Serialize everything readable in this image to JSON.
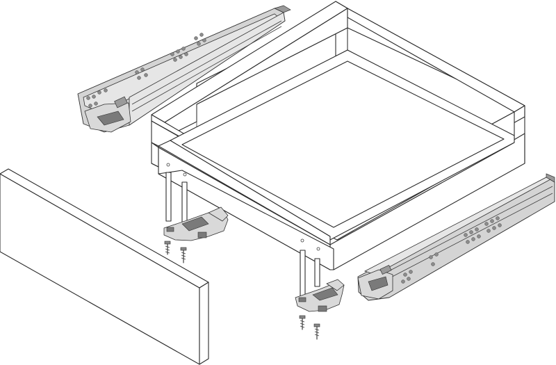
{
  "figure": {
    "parts": [
      {
        "id": "drawer-box",
        "icon": "drawer-box-icon"
      },
      {
        "id": "front-panel",
        "icon": "front-panel-icon"
      },
      {
        "id": "runner-left",
        "icon": "drawer-runner-icon"
      },
      {
        "id": "runner-right",
        "icon": "drawer-runner-icon"
      },
      {
        "id": "locking-device-left",
        "icon": "locking-clip-icon"
      },
      {
        "id": "locking-device-right",
        "icon": "locking-clip-icon"
      },
      {
        "id": "screws",
        "icon": "screw-icon",
        "count": 4
      }
    ]
  },
  "colors": {
    "line": "#2a2a2a",
    "metal": "#d4d4d4",
    "metal_dark": "#9a9a9a",
    "panel": "#ffffff"
  }
}
